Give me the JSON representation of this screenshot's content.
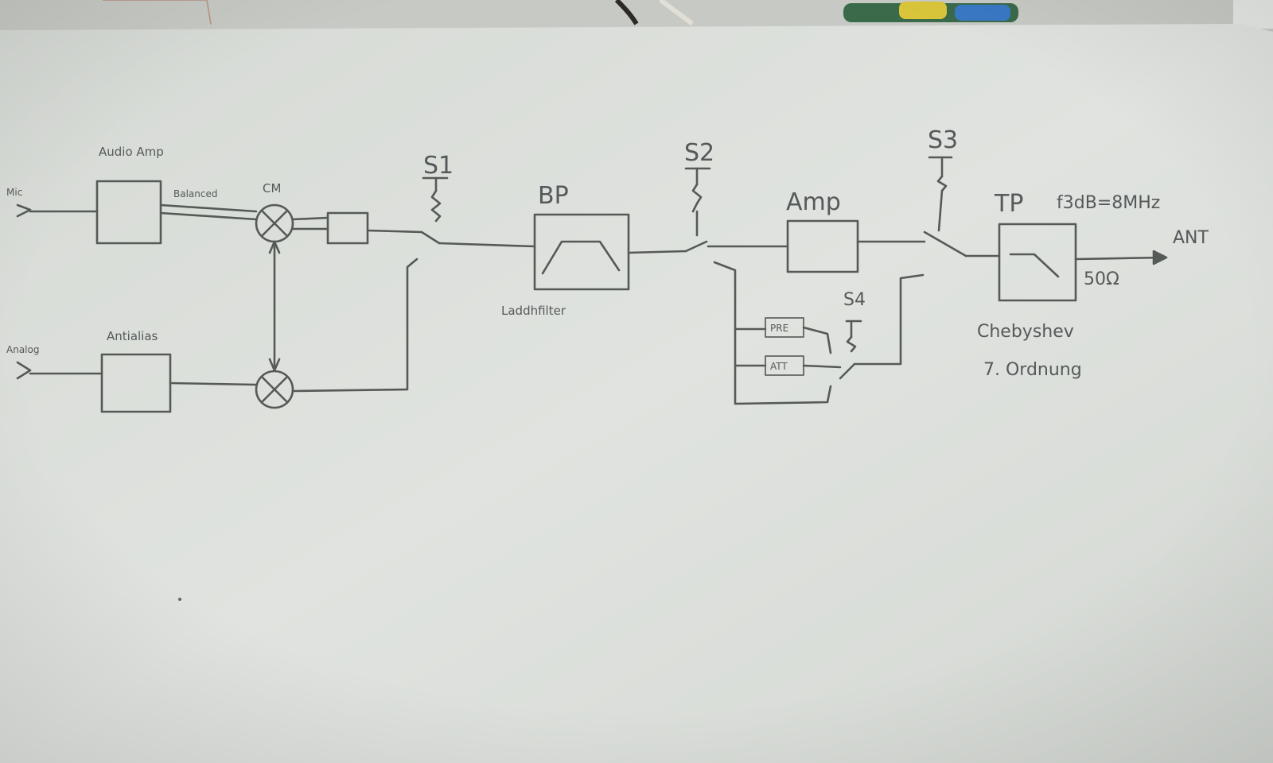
{
  "diagram": {
    "inputs": {
      "mic": "Mic",
      "analog": "Analog"
    },
    "blocks": {
      "audio_amp": "Audio Amp",
      "antialias": "Antialias",
      "bandpass": "BP",
      "bandpass_caption": "Laddhfilter",
      "amp": "Amp",
      "lowpass": "TP",
      "pre": "PRE",
      "att": "ATT"
    },
    "annotations": {
      "balanced": "Balanced",
      "mixer": "CM",
      "cutoff": "f3dB=8MHz",
      "impedance": "50Ω",
      "filter_type": "Chebyshev",
      "filter_order": "7. Ordnung",
      "output": "ANT"
    },
    "switches": [
      "S1",
      "S2",
      "S3",
      "S4"
    ]
  },
  "colors": {
    "paper": "#dcdfdb",
    "ink": "#555a56",
    "background": "#c9cdc8"
  }
}
